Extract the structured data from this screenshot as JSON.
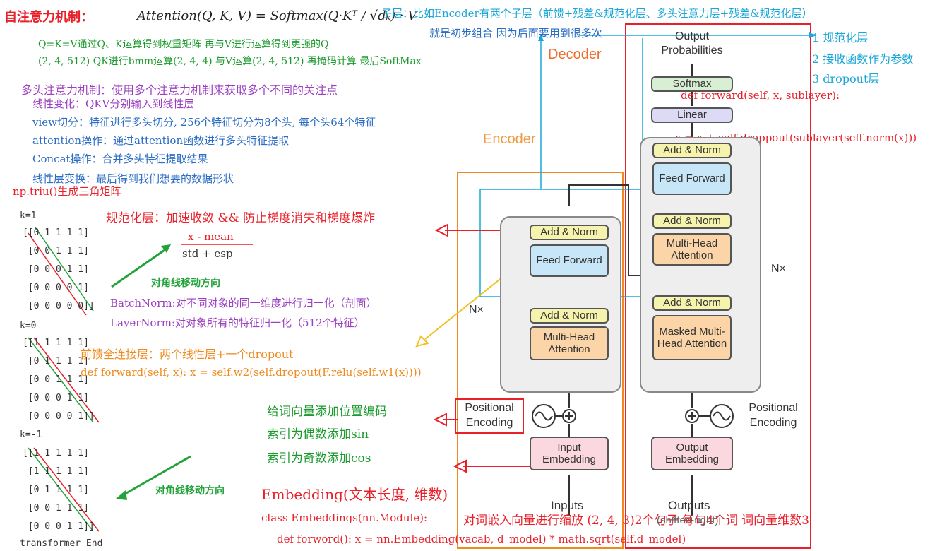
{
  "attention": {
    "label": "自注意力机制：",
    "formula": "Attention(Q, K, V) = Softmax(Q·Kᵀ / √dₖ) · V",
    "line1": "Q=K=V通过Q、K运算得到权重矩阵 再与V进行运算得到更强的Q",
    "line2": "(2, 4, 512)  QK进行bmm运算(2, 4, 4) 与V运算(2, 4, 512) 再掩码计算 最后SoftMax"
  },
  "sublayer": {
    "line1": "子层：比如Encoder有两个子层（前馈+残差&规范化层、多头注意力层+残差&规范化层）",
    "line2": "就是初步组合 因为后面要用到很多次",
    "items": [
      "1 规范化层",
      "2 接收函数作为参数",
      "3 dropout层"
    ],
    "code1": "def forward(self, x, sublayer):",
    "code2": "x = x + self.droppout(sublayer(self.norm(x)))"
  },
  "multihead": {
    "title": "多头注意力机制：使用多个注意力机制来获取多个不同的关注点",
    "steps": [
      "线性变化：QKV分别输入到线性层",
      "view切分：特征进行多头切分, 256个特征切分为8个头, 每个头64个特征",
      "attention操作：通过attention函数进行多头特征提取",
      "Concat操作：合并多头特征提取结果",
      "线性层变换：最后得到我们想要的数据形状"
    ]
  },
  "triu": {
    "title": "np.triu()生成三角矩阵",
    "k1_label": "k=1",
    "k1_rows": [
      "[[0 1 1 1 1]",
      " [0 0 1 1 1]",
      " [0 0 0 1 1]",
      " [0 0 0 0 1]",
      " [0 0 0 0 0]]"
    ],
    "k0_label": "k=0",
    "k0_rows": [
      "[[1 1 1 1 1]",
      " [0 1 1 1 1]",
      " [0 0 1 1 1]",
      " [0 0 0 1 1]",
      " [0 0 0 0 1]]"
    ],
    "km1_label": "k=-1",
    "km1_rows": [
      "[[1 1 1 1 1]",
      " [1 1 1 1 1]",
      " [0 1 1 1 1]",
      " [0 0 1 1 1]",
      " [0 0 0 1 1]]"
    ],
    "diag_label1": "对角线移动方向",
    "diag_label2": "对角线移动方向",
    "end_label": "transformer End"
  },
  "norm": {
    "title": "规范化层：加速收敛 && 防止梯度消失和梯度爆炸",
    "numerator": "x - mean",
    "denominator": "std + esp",
    "batchnorm": "BatchNorm:对不同对象的同一维度进行归一化（剖面）",
    "layernorm": "LayerNorm:对对象所有的特征归一化（512个特征）"
  },
  "ffn": {
    "title": "前馈全连接层：两个线性层+一个dropout",
    "code": "def forward(self, x): x = self.w2(self.dropout(F.relu(self.w1(x))))"
  },
  "posenc": {
    "line1": "给词向量添加位置编码",
    "line2": "索引为偶数添加sin",
    "line3": "索引为奇数添加cos"
  },
  "embedding": {
    "title": "Embedding(文本长度, 维数)",
    "code1": "class Embeddings(nn.Module):",
    "note": "对词嵌入向量进行缩放   (2, 4, 3)2个句子 每句4个词 词向量维数3",
    "code2": "def forword(): x = nn.Embedding(vacab, d_model) * math.sqrt(self.d_model)"
  },
  "diagram": {
    "decoder_title": "Decoder",
    "encoder_title": "Encoder",
    "output_probs": "Output Probabilities",
    "softmax": "Softmax",
    "linear": "Linear",
    "add_norm": "Add & Norm",
    "feed_forward": "Feed Forward",
    "multi_head": "Multi-Head Attention",
    "masked_multi_head": "Masked Multi-Head Attention",
    "nx": "N×",
    "positional_encoding": "Positional Encoding",
    "input_embedding": "Input Embedding",
    "output_embedding": "Output Embedding",
    "inputs": "Inputs",
    "outputs": "Outputs",
    "shifted_right": "(shifted right)"
  },
  "colors": {
    "red": "#e8202a",
    "green": "#22a33a",
    "purple": "#9b3fc0",
    "orange": "#f08a1e",
    "cyan": "#1aa7d8",
    "blue": "#2b6cc4"
  }
}
